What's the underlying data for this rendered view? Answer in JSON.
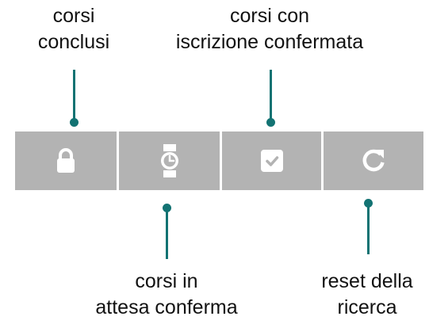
{
  "labels": {
    "closed": [
      "corsi",
      "conclusi"
    ],
    "confirmed": [
      "corsi con",
      "iscrizione confermata"
    ],
    "waiting": [
      "corsi in",
      "attesa conferma"
    ],
    "reset": [
      "reset della",
      "ricerca"
    ]
  },
  "toolbar": {
    "buttons": [
      {
        "id": "closed",
        "icon": "lock-icon"
      },
      {
        "id": "waiting",
        "icon": "hourglass-clock-icon"
      },
      {
        "id": "confirmed",
        "icon": "checkbox-checked-icon"
      },
      {
        "id": "reset",
        "icon": "refresh-icon"
      }
    ]
  },
  "colors": {
    "toolbar_background": "#b3b3b3",
    "icon": "#ffffff",
    "connector": "#137373",
    "label_text": "#111111"
  }
}
